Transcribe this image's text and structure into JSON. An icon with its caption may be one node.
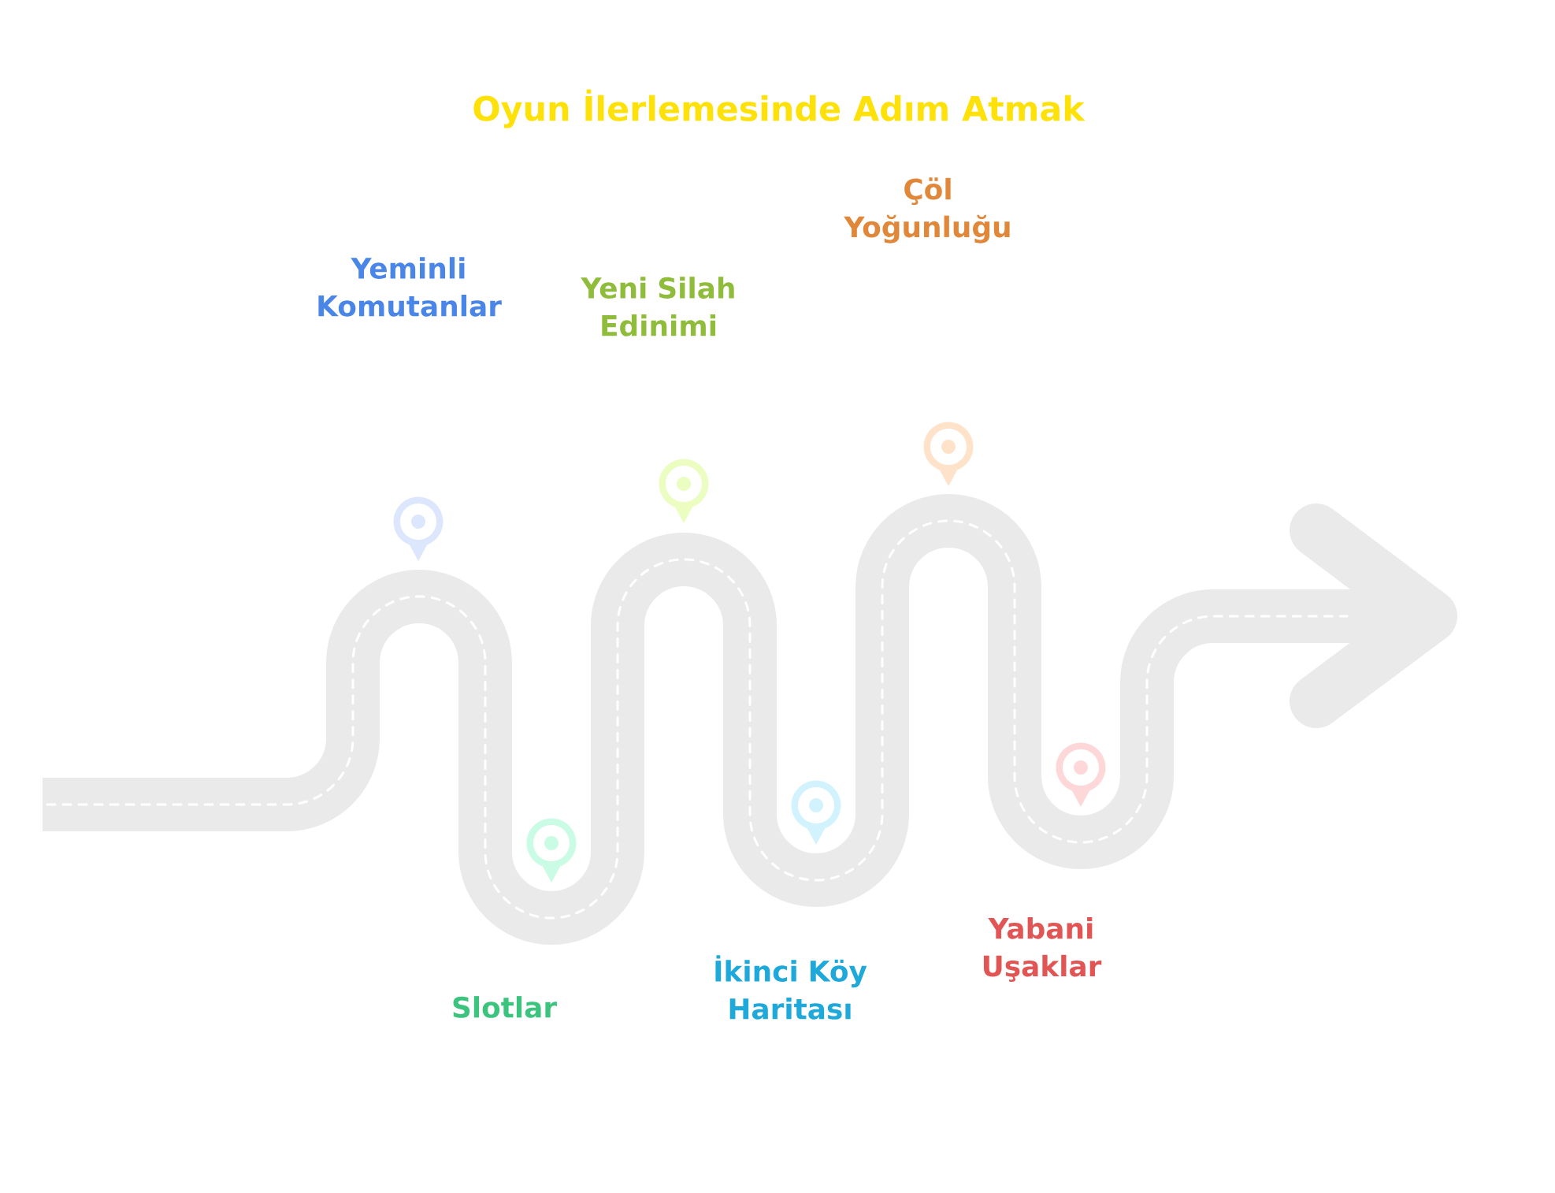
{
  "diagram": {
    "title": "Oyun İlerlemesinde Adım Atmak",
    "labels": [
      "Yeminli Komutanlar",
      "Slotlar",
      "Yeni Silah Edinimi",
      "İkinci Köy Haritası",
      "Çöl Yoğunluğu",
      "Yabani Uşaklar"
    ]
  }
}
